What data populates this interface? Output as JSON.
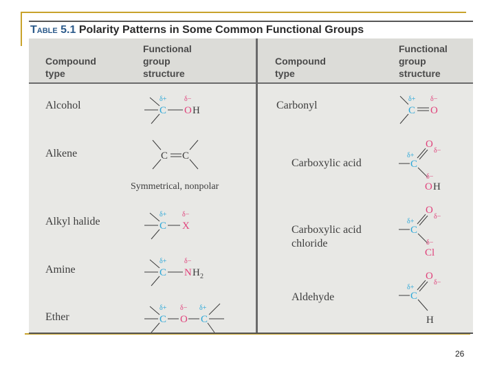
{
  "table": {
    "label": "Table 5.1",
    "title": "Polarity Patterns in Some Common Functional Groups",
    "headers": {
      "compound_type": "Compound\ntype",
      "structure": "Functional\ngroup\nstructure"
    }
  },
  "left_rows": [
    {
      "name": "Alcohol"
    },
    {
      "name": "Alkene",
      "note": "Symmetrical, nonpolar"
    },
    {
      "name": "Alkyl halide"
    },
    {
      "name": "Amine"
    },
    {
      "name": "Ether"
    }
  ],
  "right_rows": [
    {
      "name": "Carbonyl"
    },
    {
      "name": "Carboxylic acid"
    },
    {
      "name": "Carboxylic acid\nchloride"
    },
    {
      "name": "Aldehyde"
    }
  ],
  "symbols": {
    "delta_plus": "δ+",
    "delta_minus": "δ−",
    "carbon": "C",
    "oxygen": "O",
    "hydrogen": "H",
    "halogen": "X",
    "nitrogen": "N",
    "subscript_two": "2",
    "chlorine": "Cl",
    "hydroxyl": "OH"
  },
  "colors": {
    "positive": "#2aa7d8",
    "negative": "#e0407a",
    "bond": "#3a3a3a",
    "frame": "#c8a22a"
  },
  "page_number": "26"
}
